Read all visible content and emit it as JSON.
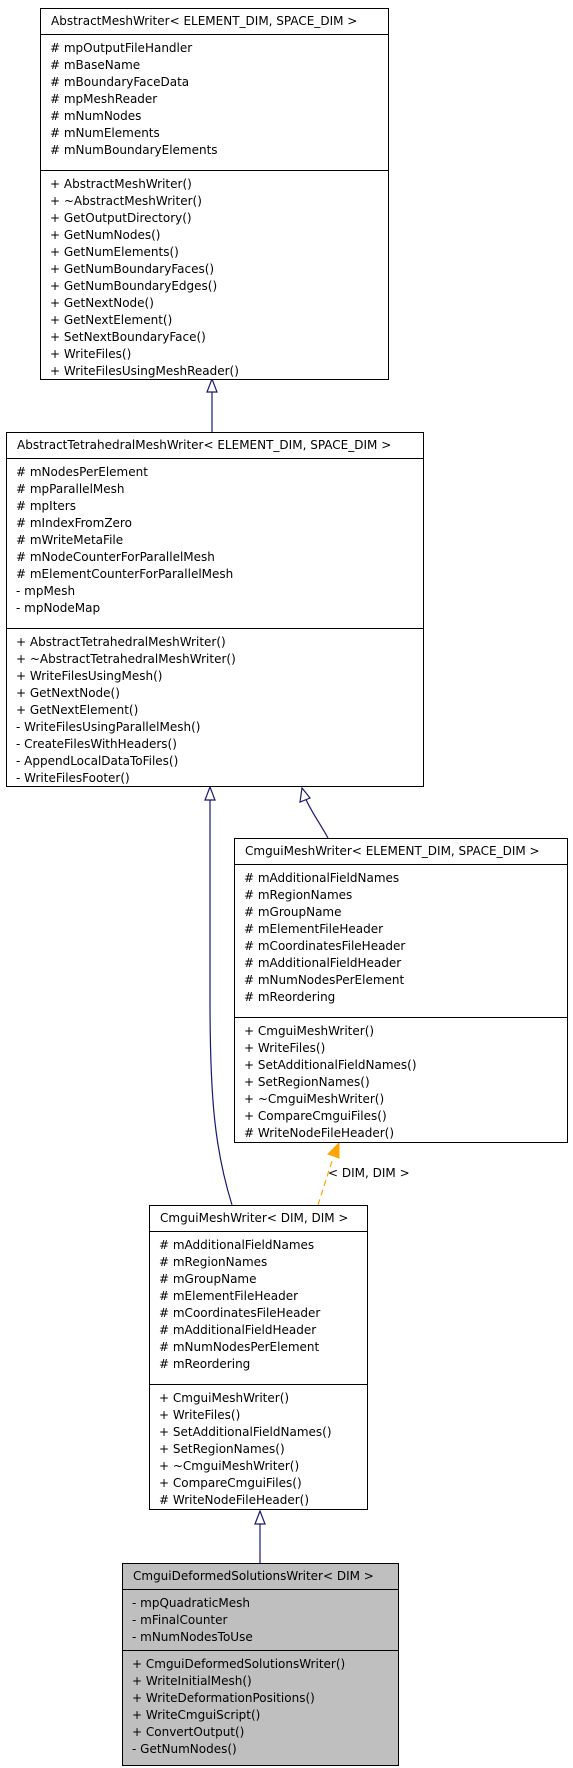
{
  "classes": [
    {
      "id": "abstract_mesh_writer",
      "name": "AbstractMeshWriter< ELEMENT_DIM, SPACE_DIM >",
      "attributes": [
        "# mpOutputFileHandler",
        "# mBaseName",
        "# mBoundaryFaceData",
        "# mpMeshReader",
        "# mNumNodes",
        "# mNumElements",
        "# mNumBoundaryElements"
      ],
      "operations": [
        "+ AbstractMeshWriter()",
        "+ ~AbstractMeshWriter()",
        "+ GetOutputDirectory()",
        "+ GetNumNodes()",
        "+ GetNumElements()",
        "+ GetNumBoundaryFaces()",
        "+ GetNumBoundaryEdges()",
        "+ GetNextNode()",
        "+ GetNextElement()",
        "+ SetNextBoundaryFace()",
        "+ WriteFiles()",
        "+ WriteFilesUsingMeshReader()"
      ]
    },
    {
      "id": "abstract_tetrahedral_mesh_writer",
      "name": "AbstractTetrahedralMeshWriter< ELEMENT_DIM, SPACE_DIM >",
      "attributes": [
        "# mNodesPerElement",
        "# mpParallelMesh",
        "# mpIters",
        "# mIndexFromZero",
        "# mWriteMetaFile",
        "# mNodeCounterForParallelMesh",
        "# mElementCounterForParallelMesh",
        "- mpMesh",
        "- mpNodeMap"
      ],
      "operations": [
        "+ AbstractTetrahedralMeshWriter()",
        "+ ~AbstractTetrahedralMeshWriter()",
        "+ WriteFilesUsingMesh()",
        "+ GetNextNode()",
        "+ GetNextElement()",
        "- WriteFilesUsingParallelMesh()",
        "- CreateFilesWithHeaders()",
        "- AppendLocalDataToFiles()",
        "- WriteFilesFooter()"
      ]
    },
    {
      "id": "cmgui_mesh_writer_template",
      "name": "CmguiMeshWriter< ELEMENT_DIM, SPACE_DIM >",
      "attributes": [
        "# mAdditionalFieldNames",
        "# mRegionNames",
        "# mGroupName",
        "# mElementFileHeader",
        "# mCoordinatesFileHeader",
        "# mAdditionalFieldHeader",
        "# mNumNodesPerElement",
        "# mReordering"
      ],
      "operations": [
        "+ CmguiMeshWriter()",
        "+ WriteFiles()",
        "+ SetAdditionalFieldNames()",
        "+ SetRegionNames()",
        "+ ~CmguiMeshWriter()",
        "+ CompareCmguiFiles()",
        "# WriteNodeFileHeader()"
      ]
    },
    {
      "id": "cmgui_mesh_writer_dim",
      "name": "CmguiMeshWriter< DIM, DIM >",
      "attributes": [
        "# mAdditionalFieldNames",
        "# mRegionNames",
        "# mGroupName",
        "# mElementFileHeader",
        "# mCoordinatesFileHeader",
        "# mAdditionalFieldHeader",
        "# mNumNodesPerElement",
        "# mReordering"
      ],
      "operations": [
        "+ CmguiMeshWriter()",
        "+ WriteFiles()",
        "+ SetAdditionalFieldNames()",
        "+ SetRegionNames()",
        "+ ~CmguiMeshWriter()",
        "+ CompareCmguiFiles()",
        "# WriteNodeFileHeader()"
      ]
    },
    {
      "id": "cmgui_deformed_solutions_writer",
      "name": "CmguiDeformedSolutionsWriter< DIM >",
      "attributes": [
        "- mpQuadraticMesh",
        "- mFinalCounter",
        "- mNumNodesToUse"
      ],
      "operations": [
        "+ CmguiDeformedSolutionsWriter()",
        "+ WriteInitialMesh()",
        "+ WriteDeformationPositions()",
        "+ WriteCmguiScript()",
        "+ ConvertOutput()",
        "- GetNumNodes()"
      ]
    }
  ],
  "relations": [
    {
      "from": "abstract_tetrahedral_mesh_writer",
      "to": "abstract_mesh_writer",
      "type": "inheritance"
    },
    {
      "from": "cmgui_mesh_writer_template",
      "to": "abstract_tetrahedral_mesh_writer",
      "type": "inheritance"
    },
    {
      "from": "cmgui_mesh_writer_dim",
      "to": "abstract_tetrahedral_mesh_writer",
      "type": "inheritance"
    },
    {
      "from": "cmgui_mesh_writer_dim",
      "to": "cmgui_mesh_writer_template",
      "type": "template-instantiation",
      "label": "< DIM, DIM >"
    },
    {
      "from": "cmgui_deformed_solutions_writer",
      "to": "cmgui_mesh_writer_dim",
      "type": "inheritance"
    }
  ],
  "colors": {
    "inheritance": "#191970",
    "instantiation": "#ffa500",
    "highlight_fill": "#bfbfbf"
  }
}
